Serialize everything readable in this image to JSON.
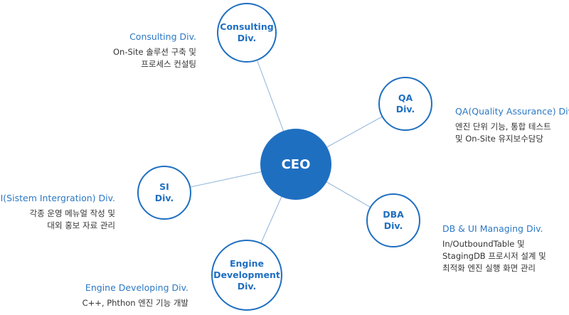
{
  "ceo": {
    "label": "CEO"
  },
  "divisions": {
    "consulting": {
      "node_label": "Consulting\nDiv.",
      "title": "Consulting Div.",
      "description": "On-Site 솔루션 구축 및\n프로세스 컨설팅"
    },
    "qa": {
      "node_label": "QA\nDiv.",
      "title": "QA(Quality Assurance) Div.",
      "description": "엔진 단위 기능, 통합 테스트\n및 On-Site 유지보수담당"
    },
    "si": {
      "node_label": "SI\nDiv.",
      "title": "SI(Sistem Intergration) Div.",
      "description": "각종 운영 메뉴얼 작성 및\n대외 홍보 자료 관리"
    },
    "dba": {
      "node_label": "DBA\nDiv.",
      "title": "DB & UI Managing Div.",
      "description": "In/OutboundTable 및\nStagingDB 프로시저 설계 및\n최적화 엔진 실행 화면 관리"
    },
    "engine": {
      "node_label": "Engine\nDevelopment\nDiv.",
      "title": "Engine Developing Div.",
      "description": "C++, Phthon 엔진 기능 개발"
    },
    "node_border_color": "#1f6fc1"
  },
  "colors": {
    "primary": "#1f6fc1",
    "link": "#8fb3d9",
    "title_text": "#2b78c4",
    "body_text": "#333333"
  }
}
